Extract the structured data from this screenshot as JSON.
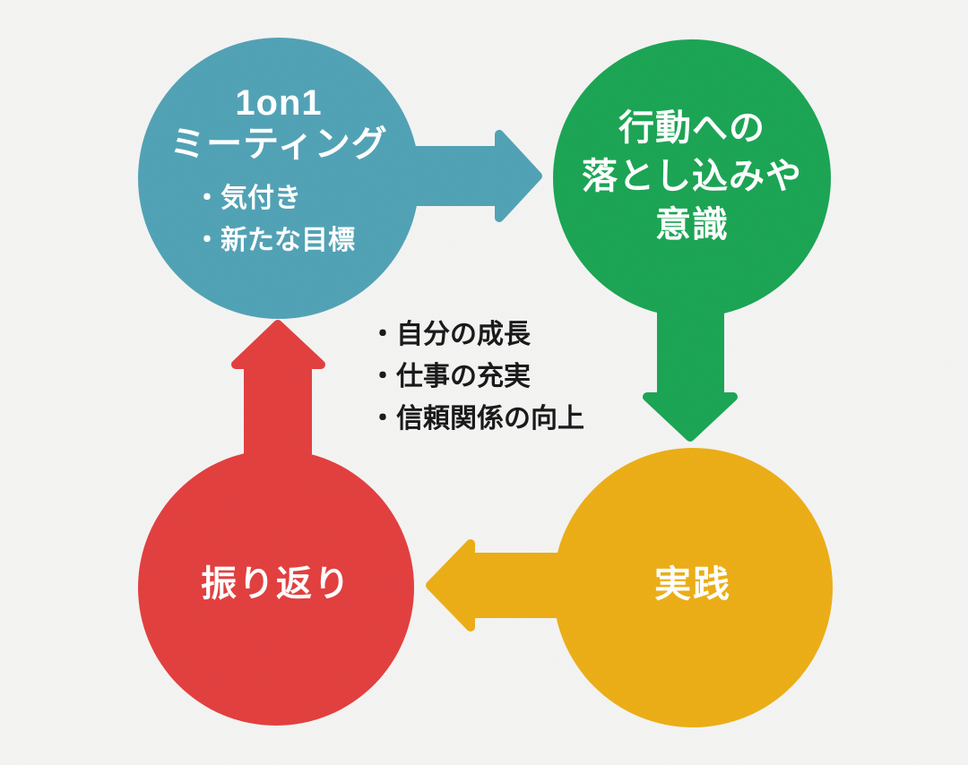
{
  "palette": {
    "background": "#f4f4f3",
    "text_dark": "#161616",
    "text_light": "#ffffff"
  },
  "diagram": {
    "nodes": [
      {
        "id": "meeting",
        "color": "#4fa1b5",
        "title_lines": [
          "1on1",
          "ミーティング"
        ],
        "bullets": [
          "・気付き",
          "・新たな目標"
        ]
      },
      {
        "id": "action",
        "color": "#18a452",
        "title_lines": [
          "行動への",
          "落とし込みや",
          "意識"
        ]
      },
      {
        "id": "practice",
        "color": "#ecad13",
        "title_lines": [
          "実践"
        ]
      },
      {
        "id": "review",
        "color": "#e23d3c",
        "title_lines": [
          "振り返り"
        ]
      }
    ],
    "arrows": [
      {
        "from": "meeting",
        "to": "action",
        "direction": "right",
        "color": "#4fa1b5"
      },
      {
        "from": "action",
        "to": "practice",
        "direction": "down",
        "color": "#18a452"
      },
      {
        "from": "practice",
        "to": "review",
        "direction": "left",
        "color": "#ecad13"
      },
      {
        "from": "review",
        "to": "meeting",
        "direction": "up",
        "color": "#e23d3c"
      }
    ],
    "center_outcomes": [
      "・自分の成長",
      "・仕事の充実",
      "・信頼関係の向上"
    ]
  }
}
